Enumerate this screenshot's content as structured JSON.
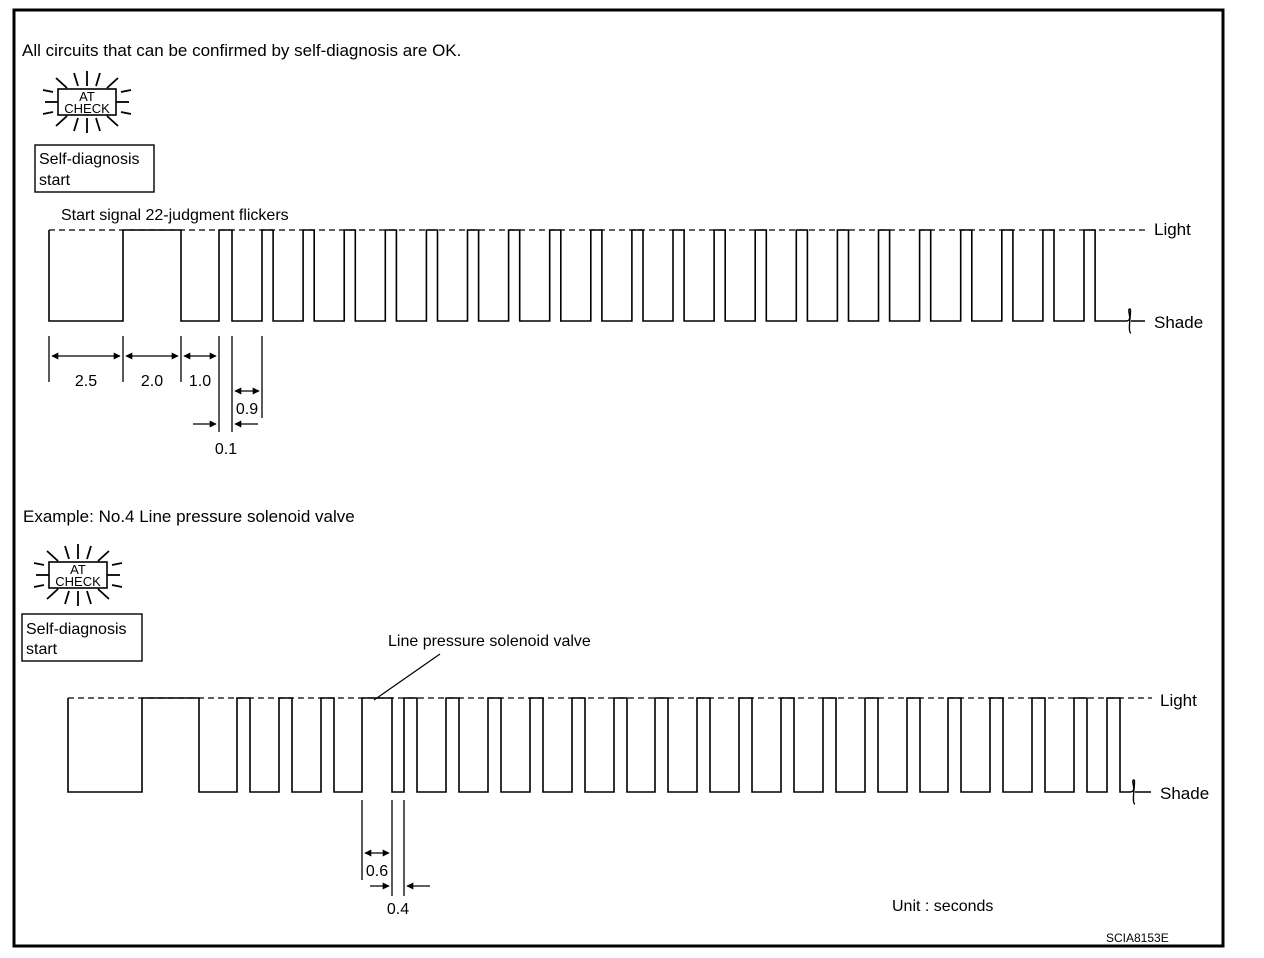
{
  "panel1": {
    "heading": "All circuits that can be confirmed by self-diagnosis are OK.",
    "lamp": {
      "icon": "at-check-lamp-flashing-icon",
      "line1": "AT",
      "line2": "CHECK"
    },
    "start_box": {
      "line1": "Self-diagnosis",
      "line2": "start"
    },
    "signal_label": "Start signal 22-judgment flickers",
    "level_light": "Light",
    "level_shade": "Shade",
    "dim_values": [
      "2.5",
      "2.0",
      "1.0",
      "0.9",
      "0.1"
    ]
  },
  "panel2": {
    "heading": "Example: No.4 Line pressure solenoid valve",
    "lamp": {
      "icon": "at-check-lamp-flashing-icon",
      "line1": "AT",
      "line2": "CHECK"
    },
    "start_box": {
      "line1": "Self-diagnosis",
      "line2": "start"
    },
    "callout": "Line pressure solenoid valve",
    "level_light": "Light",
    "level_shade": "Shade",
    "dim_values": [
      "0.6",
      "0.4"
    ]
  },
  "unit_note": "Unit : seconds",
  "figure_code": "SCIA8153E"
}
